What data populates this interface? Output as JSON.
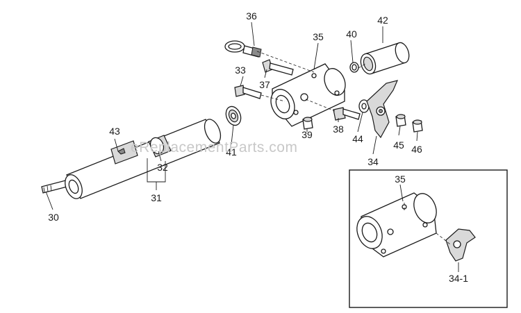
{
  "watermark": "eReplacementParts.com",
  "callouts": {
    "c30": "30",
    "c31": "31",
    "c32": "32",
    "c33": "33",
    "c34": "34",
    "c35": "35",
    "c36": "36",
    "c37": "37",
    "c38": "38",
    "c39": "39",
    "c40": "40",
    "c41": "41",
    "c42": "42",
    "c43": "43",
    "c44": "44",
    "c45": "45",
    "c46": "46"
  },
  "inset": {
    "c35": "35",
    "c34_1": "34-1"
  }
}
